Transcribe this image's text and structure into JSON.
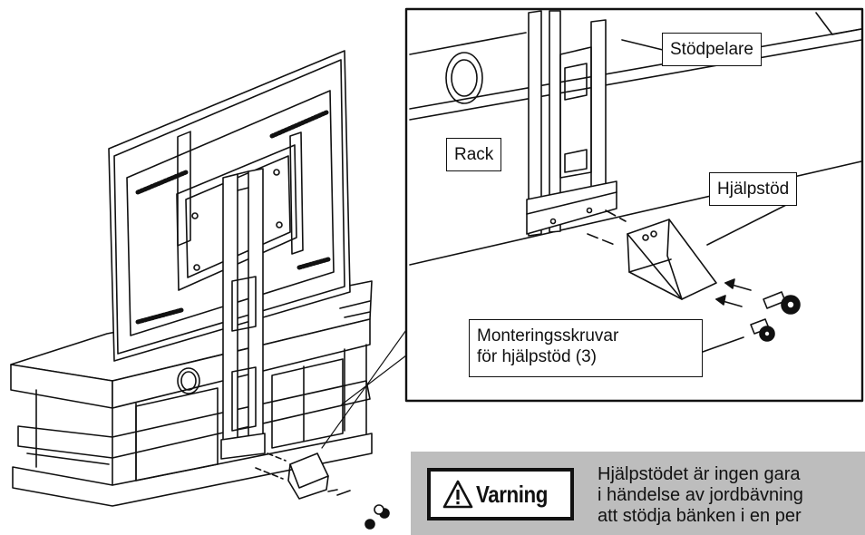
{
  "labels": {
    "support_column": "Stödpelare",
    "rack": "Rack",
    "auxiliary_support": "Hjälpstöd",
    "mounting_screws_line1": "Monteringsskruvar",
    "mounting_screws_line2": "för hjälpstöd (3)"
  },
  "warning": {
    "title": "Varning",
    "lines": [
      "Hjälpstödet är ingen gara",
      "i händelse av jordbävning",
      "att stödja bänken i en per"
    ]
  },
  "icons": {
    "warning": "warning-triangle-icon",
    "screw": "screw-icon"
  },
  "colors": {
    "ink": "#111111",
    "warning_panel": "#bdbdbd"
  }
}
